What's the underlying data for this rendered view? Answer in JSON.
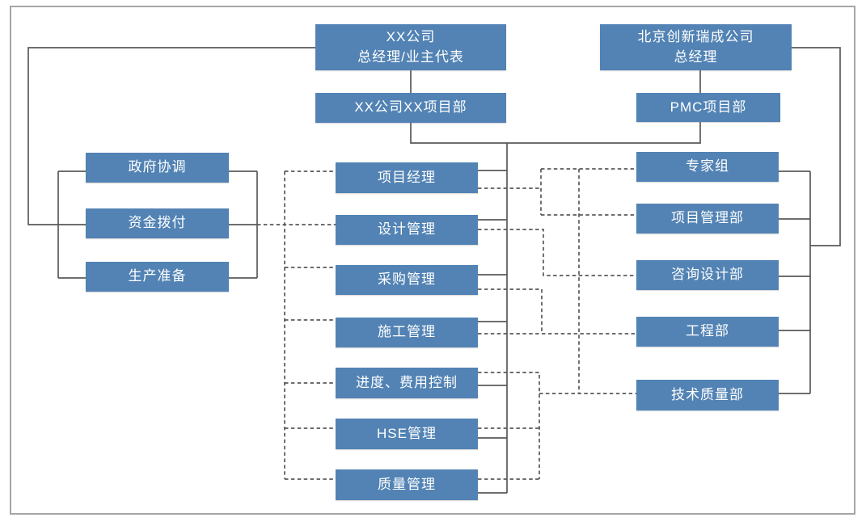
{
  "diagram": {
    "type": "org-chart",
    "colors": {
      "box_fill": "#5283b4",
      "box_text": "#ffffff",
      "solid_line": "#595959",
      "dashed_line": "#595959",
      "frame_border": "#a6a6a6"
    },
    "line_styles": [
      "solid",
      "dashed"
    ],
    "nodes": {
      "owner_gm": {
        "lines": [
          "XX公司",
          "总经理/业主代表"
        ]
      },
      "owner_project_dept": {
        "label": "XX公司XX项目部"
      },
      "pmc_company_gm": {
        "lines": [
          "北京创新瑞成公司",
          "总经理"
        ]
      },
      "pmc_project_dept": {
        "label": "PMC项目部"
      },
      "left_column": {
        "gov_coordination": {
          "label": "政府协调"
        },
        "fund_allocation": {
          "label": "资金拨付"
        },
        "production_preparation": {
          "label": "生产准备"
        }
      },
      "middle_column": {
        "project_manager": {
          "label": "项目经理"
        },
        "design_mgmt": {
          "label": "设计管理"
        },
        "procurement_mgmt": {
          "label": "采购管理"
        },
        "construction_mgmt": {
          "label": "施工管理"
        },
        "schedule_cost_control": {
          "label": "进度、费用控制"
        },
        "hse_mgmt": {
          "label": "HSE管理"
        },
        "quality_mgmt": {
          "label": "质量管理"
        }
      },
      "right_column": {
        "expert_group": {
          "label": "专家组"
        },
        "project_mgmt_dept": {
          "label": "项目管理部"
        },
        "consulting_design_dept": {
          "label": "咨询设计部"
        },
        "engineering_dept": {
          "label": "工程部"
        },
        "tech_quality_dept": {
          "label": "技术质量部"
        }
      }
    }
  }
}
